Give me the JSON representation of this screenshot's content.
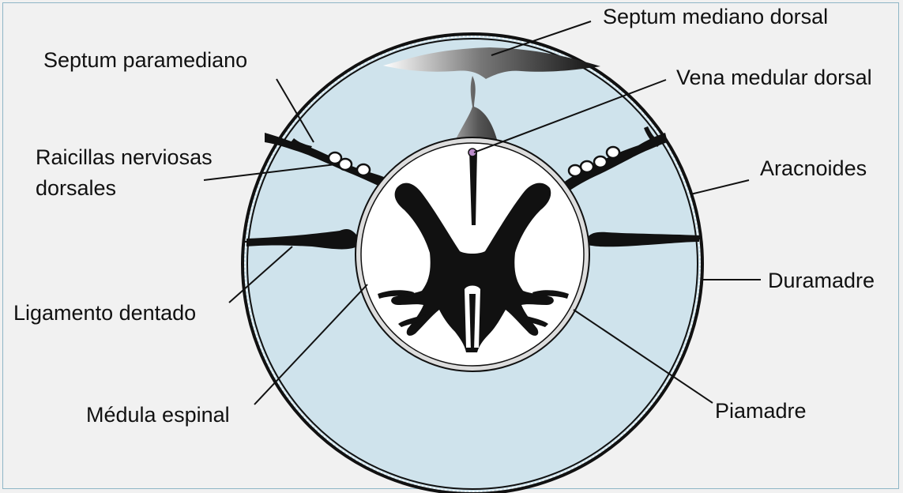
{
  "colors": {
    "background": "#f1f1f1",
    "subarachnoid_space": "#cfe3ec",
    "structures": "#111111",
    "dorsal_vein": "#b98ac8"
  },
  "labels": {
    "septum_mediano_dorsal": "Septum mediano dorsal",
    "septum_paramediano": "Septum paramediano",
    "vena_medular_dorsal": "Vena medular dorsal",
    "raicillas_line1": "Raicillas nerviosas",
    "raicillas_line2": "dorsales",
    "aracnoides": "Aracnoides",
    "duramadre": "Duramadre",
    "ligamento_dentado": "Ligamento dentado",
    "medula_espinal": "Médula espinal",
    "piamadre": "Piamadre"
  }
}
